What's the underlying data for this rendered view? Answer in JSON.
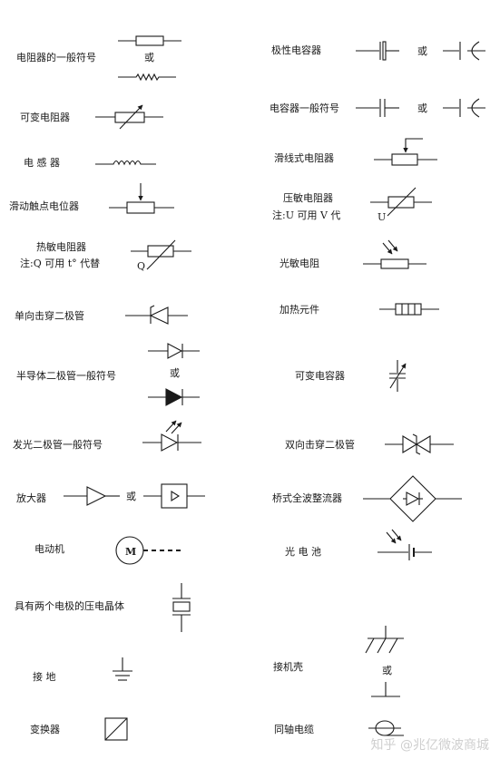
{
  "left": [
    {
      "label": "电阻器的一般符号",
      "or": "或"
    },
    {
      "label": "可变电阻器"
    },
    {
      "label": "电  感  器"
    },
    {
      "label": "滑动触点电位器"
    },
    {
      "label": "热敏电阻器",
      "note": "注:Q 可用 t° 代替",
      "sym_text": "Q"
    },
    {
      "label": "单向击穿二极管"
    },
    {
      "label": "半导体二极管一般符号",
      "or": "或"
    },
    {
      "label": "发光二极管一般符号"
    },
    {
      "label": "放大器",
      "or": "或"
    },
    {
      "label": "电动机",
      "sym_text": "M"
    },
    {
      "label": "具有两个电极的压电晶体"
    },
    {
      "label": "接    地"
    },
    {
      "label": "变换器"
    }
  ],
  "right": [
    {
      "label": "极性电容器",
      "or": "或"
    },
    {
      "label": "电容器一般符号",
      "or": "或"
    },
    {
      "label": "滑线式电阻器"
    },
    {
      "label": "压敏电阻器",
      "note": "注:U 可用 V 代",
      "sym_text": "U"
    },
    {
      "label": "光敏电阻"
    },
    {
      "label": "加热元件"
    },
    {
      "label": "可变电容器"
    },
    {
      "label": "双向击穿二极管"
    },
    {
      "label": "桥式全波整流器"
    },
    {
      "label": "光  电  池"
    },
    {
      "label": "接机壳",
      "or": "或"
    },
    {
      "label": "同轴电缆"
    }
  ],
  "watermark": "知乎 @兆亿微波商城"
}
